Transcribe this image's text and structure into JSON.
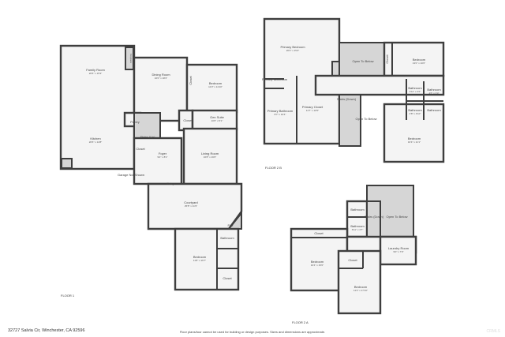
{
  "floors": {
    "floor1": {
      "label": "FLOOR 1",
      "rooms": {
        "family": {
          "name": "Family Room",
          "dim": "20'6\" x 15'3\""
        },
        "kitchen": {
          "name": "Kitchen",
          "dim": "20'6\" x 14'8\""
        },
        "fireplace": {
          "name": "Fireplace"
        },
        "dining": {
          "name": "Dining Room",
          "dim": "16'0\" x 18'2\""
        },
        "bedroom": {
          "name": "Bedroom",
          "dim": "11'3\" x 11'10\""
        },
        "closet1": {
          "name": "Closet"
        },
        "closet2": {
          "name": "Closet"
        },
        "closet3": {
          "name": "Closet"
        },
        "gensuite": {
          "name": "Gen Suite",
          "dim": "10'6\" x 5'1\""
        },
        "pantry": {
          "name": "Pantry"
        },
        "stairs": {
          "name": "Stairs (Up)"
        },
        "foyer": {
          "name": "Foyer",
          "dim": "9'2\" x 8'1\""
        },
        "living": {
          "name": "Living Room",
          "dim": "16'8\" x 16'0\""
        },
        "garage": {
          "name": "Garage Not Shown"
        },
        "entry": {
          "name": "Entry"
        },
        "courtyard": {
          "name": "Courtyard",
          "dim": "25'8\" x 11'9\""
        },
        "fire": {
          "name": "Fire"
        },
        "bathroom": {
          "name": "Bathroom"
        },
        "bedroom2": {
          "name": "Bedroom",
          "dim": "11'8\" x 16'7\""
        },
        "closet4": {
          "name": "Closet"
        }
      }
    },
    "floor2b": {
      "label": "FLOOR 2 B",
      "rooms": {
        "primary": {
          "name": "Primary Bedroom",
          "dim": "20'3\" x 15'4\""
        },
        "open1": {
          "name": "Open To Below"
        },
        "closetA": {
          "name": "Closet"
        },
        "bedroomA": {
          "name": "Bedroom",
          "dim": "13'0\" x 10'0\""
        },
        "pbath1": {
          "name": "Primary Bathroom"
        },
        "pbath2": {
          "name": "Primary Bathroom",
          "dim": "8'7\" x 10'4\""
        },
        "pcloset": {
          "name": "Primary Closet",
          "dim": "11'7\" x 10'5\""
        },
        "stairs": {
          "name": "Stairs (Down)"
        },
        "open2": {
          "name": "Open To Below"
        },
        "bath1": {
          "name": "Bathroom",
          "dim": "4'11\" x 4'2\""
        },
        "bath2": {
          "name": "Bathroom",
          "dim": "4'6\" x 3'4\""
        },
        "bath3": {
          "name": "Bathroom",
          "dim": "4'8\" x 4'10\""
        },
        "bath4": {
          "name": "Bathroom"
        },
        "bedroomB": {
          "name": "Bedroom",
          "dim": "16'4\" x 11'1\""
        }
      }
    },
    "floor2a": {
      "label": "FLOOR 2 A",
      "rooms": {
        "bath1": {
          "name": "Bathroom"
        },
        "bath2": {
          "name": "Bathroom",
          "dim": "6'11\" x 4'7\""
        },
        "stairs": {
          "name": "Stairs (Down)"
        },
        "open": {
          "name": "Open To Below"
        },
        "closet1": {
          "name": "Closet"
        },
        "laundry": {
          "name": "Laundry Room",
          "dim": "9'0\" x 7'0\""
        },
        "bedroom1": {
          "name": "Bedroom",
          "dim": "16'4\" x 15'0\""
        },
        "closet2": {
          "name": "Closet"
        },
        "bedroom2": {
          "name": "Bedroom",
          "dim": "11'4\" x 17'10\""
        }
      }
    }
  },
  "footer": {
    "address": "32727 Salvia Cir, Winchester, CA 92596",
    "disclaimer": "Floor plans/tour cannot be used for building or design purposes. Sizes and dimensions are approximate.",
    "watermark": "CRMLS"
  },
  "colors": {
    "wall": "#3e3e3e",
    "floor": "#f4f4f4",
    "void": "#d6d6d6"
  }
}
